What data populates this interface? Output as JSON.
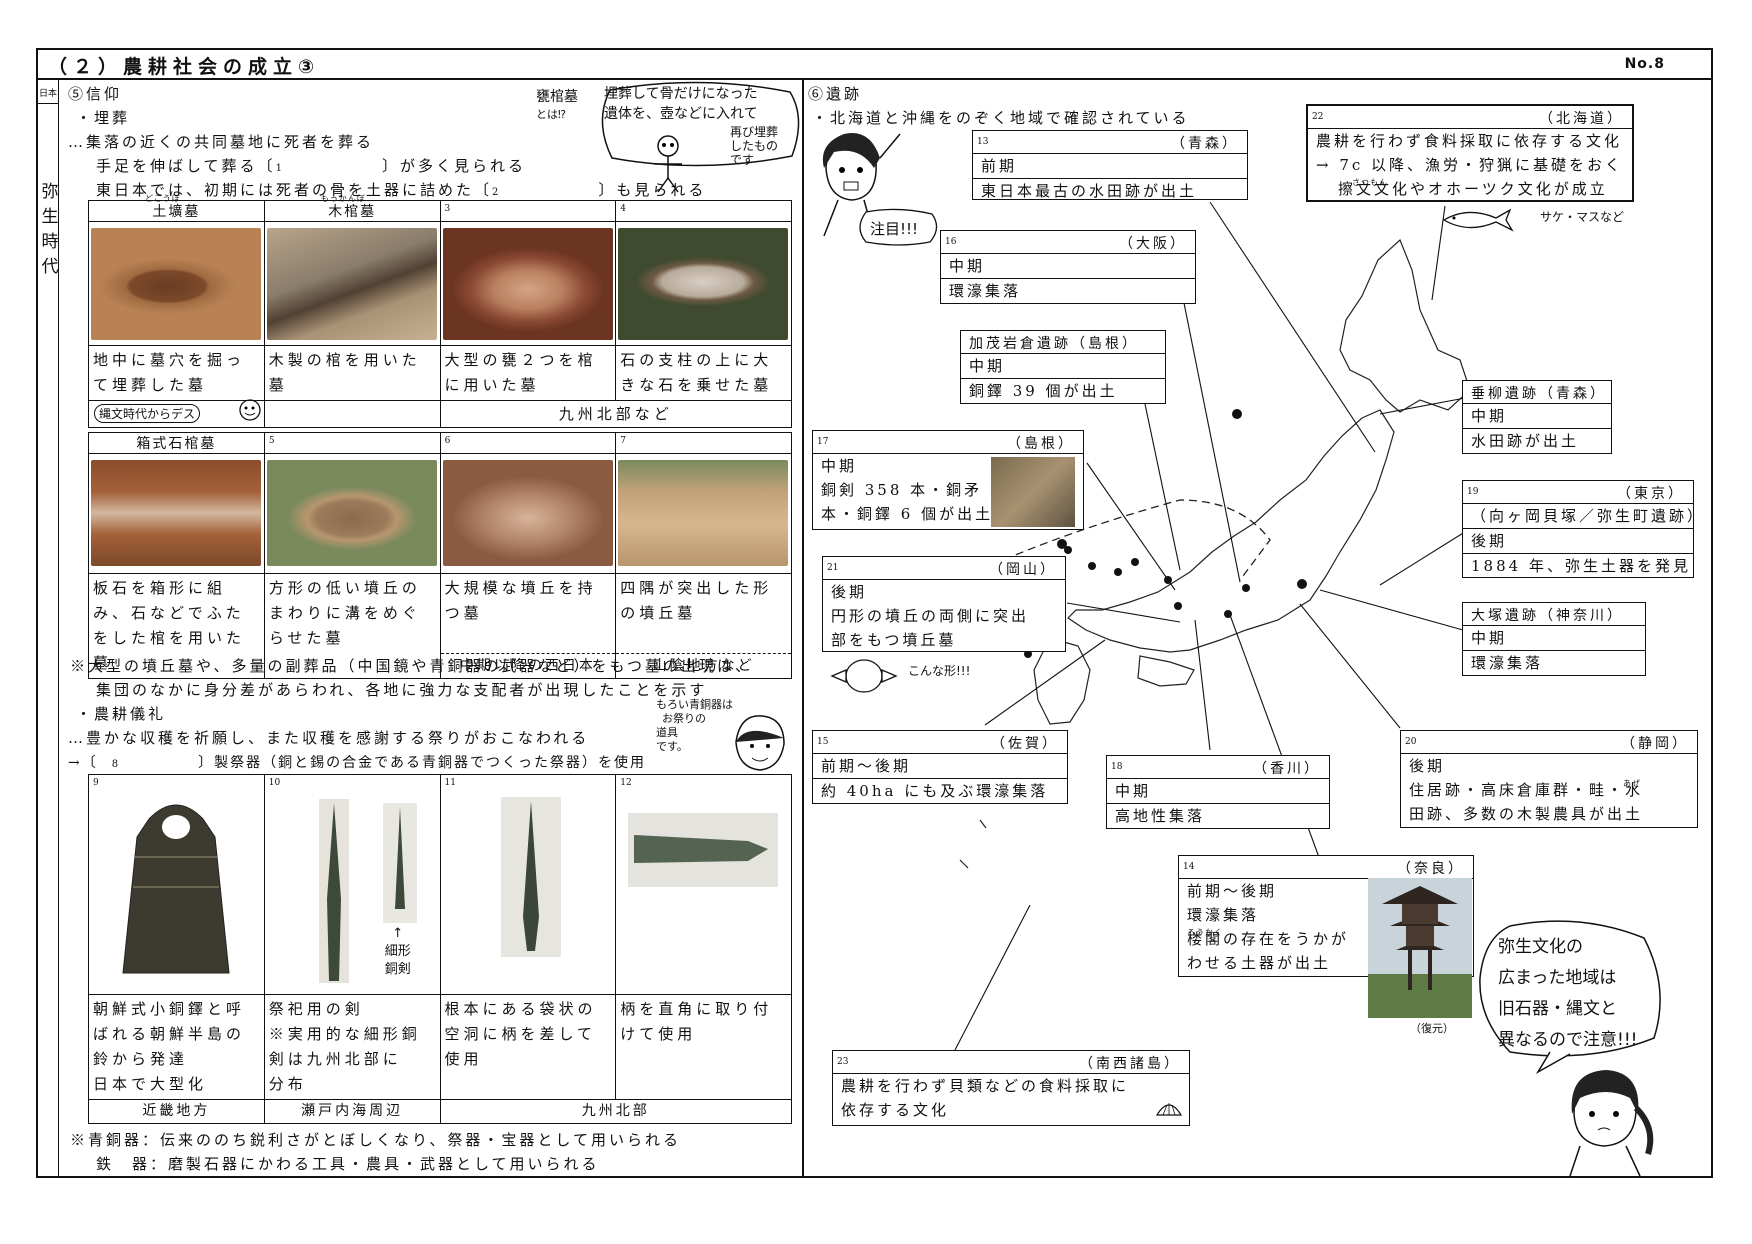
{
  "header": {
    "title": "（２）農耕社会の成立③",
    "no": "No.8"
  },
  "left_col": {
    "nihon": "日本",
    "period": [
      "弥",
      "生",
      "時",
      "代"
    ]
  },
  "beliefs": {
    "heading": "⑤信仰",
    "l1": "・埋葬",
    "l2": "…集落の近くの共同墓地に死者を葬る",
    "l3a": "手足を伸ばして葬る〔",
    "l3n": "1",
    "l3b": "〕が多く見られる",
    "l4a": "東日本では、初期には死者の骨を土器に詰めた〔",
    "l4n": "2",
    "l4b": "〕も見られる"
  },
  "burials_top": [
    {
      "head": "土壙墓",
      "ruby": "どこうぼ",
      "desc": "地中に墓穴を掘って埋葬した墓"
    },
    {
      "head": "木棺墓",
      "ruby": "もっかんぼ",
      "desc": "木製の棺を用いた墓"
    },
    {
      "num": "3",
      "desc": "大型の甕２つを棺に用いた墓"
    },
    {
      "num": "4",
      "desc": "石の支柱の上に大きな石を乗せた墓"
    }
  ],
  "burials_top_region": "九州北部など",
  "burials_bottom": [
    {
      "head": "箱式石棺墓",
      "desc": "板石を箱形に組み、石などでふたをした棺を用いた墓"
    },
    {
      "num": "5",
      "desc": "方形の低い墳丘のまわりに溝をめぐらせた墓"
    },
    {
      "num": "6",
      "desc": "大規模な墳丘を持つ墓",
      "region": "中期以降の西日本"
    },
    {
      "num": "7",
      "desc": "四隅が突出した形の墳丘墓",
      "region": "山陰地方など"
    }
  ],
  "note1a": "※大型の墳丘墓や、多量の副葬品（中国鏡や青銅器の武器など）をもつ墓の出現は、",
  "note1b": "集団のなかに身分差があらわれ、各地に強力な支配者が出現したことを示す",
  "ritual": {
    "l1": "・農耕儀礼",
    "l2": "…豊かな収穫を祈願し、また収穫を感謝する祭りがおこなわれる",
    "l3a": "→〔",
    "l3n": "8",
    "l3b": "〕製祭器（銅と錫の合金である青銅器でつくった祭器）を使用"
  },
  "bronze": [
    {
      "num": "9",
      "desc": [
        "朝鮮式小銅鐸と呼",
        "ばれる朝鮮半島の",
        "鈴から発達",
        "日本で大型化"
      ],
      "region": "近畿地方"
    },
    {
      "num": "10",
      "desc": [
        "祭祀用の剣",
        "※実用的な細形銅",
        "剣は九州北部に",
        "分布"
      ],
      "region": "瀬戸内海周辺"
    },
    {
      "num": "11",
      "desc": [
        "根本にある袋状の",
        "空洞に柄を差して",
        "使用"
      ]
    },
    {
      "num": "12",
      "desc": [
        "柄を直角に取り付",
        "けて使用"
      ]
    }
  ],
  "bronze_region_kyushu": "九州北部",
  "note2a": "※青銅器：伝来ののち鋭利さがとぼしくなり、祭器・宝器として用いられる",
  "note2b": "鉄　器：磨製石器にかわる工具・農具・武器として用いられる",
  "handwritten": {
    "kame_head": "甕棺墓",
    "kame_sub": "とは⁉",
    "bubble1": [
      "埋葬して骨だけになった",
      "遺体を、壺などに入れて",
      "再び埋葬",
      "したもの",
      "です"
    ],
    "jomon": "縄文時代からデス",
    "hosogata": [
      "↑",
      "細形",
      "銅剣"
    ],
    "matsuri": [
      "もろい青銅器は",
      "お祭りの",
      "道具",
      "です。"
    ],
    "chumoku": "注目!!!",
    "sake": "サケ・マスなど",
    "konna": "こんな形!!!",
    "bubble2": [
      "弥生文化の",
      "広まった地域は",
      "旧石器・縄文と",
      "異なるので注意!!!"
    ]
  },
  "ruins": {
    "heading": "⑥遺跡",
    "intro": "・北海道と沖縄をのぞく地域で確認されている"
  },
  "boxes": {
    "b13": {
      "num": "13",
      "pref": "（青森）",
      "lines": [
        "前期",
        "東日本最古の水田跡が出土"
      ]
    },
    "b22": {
      "num": "22",
      "pref": "（北海道）",
      "lines": [
        "農耕を行わず食料採取に依存する文化",
        "→ 7c 以降、漁労・狩猟に基礎をおく",
        "擦文文化やオホーツク文化が成立"
      ],
      "ruby": "さつもん"
    },
    "b16": {
      "num": "16",
      "pref": "（大阪）",
      "lines": [
        "中期",
        "環濠集落"
      ]
    },
    "kamo": {
      "name": "加茂岩倉遺跡（島根）",
      "lines": [
        "中期",
        "銅鐸 39 個が出土"
      ]
    },
    "tareyanagi": {
      "name": "垂柳遺跡（青森）",
      "lines": [
        "中期",
        "水田跡が出土"
      ]
    },
    "b17": {
      "num": "17",
      "pref": "（島根）",
      "lines": [
        "中期",
        "銅剣 358 本・銅矛 16",
        "本・銅鐸 6 個が出土"
      ]
    },
    "b19": {
      "num": "19",
      "pref": "（東京）",
      "lines": [
        "（向ヶ岡貝塚／弥生町遺跡）",
        "後期",
        "1884 年、弥生土器を発見"
      ]
    },
    "b21": {
      "num": "21",
      "pref": "（岡山）",
      "lines": [
        "後期",
        "円形の墳丘の両側に突出",
        "部をもつ墳丘墓"
      ]
    },
    "otsuka": {
      "name": "大塚遺跡（神奈川）",
      "lines": [
        "中期",
        "環濠集落"
      ]
    },
    "b15": {
      "num": "15",
      "pref": "（佐賀）",
      "lines": [
        "前期～後期",
        "約 40ha にも及ぶ環濠集落"
      ]
    },
    "b18": {
      "num": "18",
      "pref": "（香川）",
      "lines": [
        "中期",
        "高地性集落"
      ]
    },
    "b20": {
      "num": "20",
      "pref": "（静岡）",
      "lines": [
        "後期",
        "住居跡・高床倉庫群・畦・水",
        "田跡、多数の木製農具が出土"
      ],
      "ruby": "あぜ"
    },
    "b14": {
      "num": "14",
      "pref": "（奈良）",
      "lines": [
        "前期～後期",
        "環濠集落",
        "楼閣の存在をうかが",
        "わせる土器が出土"
      ],
      "ruby": "ろうかく",
      "caption": "（復元）"
    },
    "b23": {
      "num": "23",
      "pref": "（南西諸島）",
      "lines": [
        "農耕を行わず貝類などの食料採取に",
        "依存する文化"
      ]
    }
  }
}
